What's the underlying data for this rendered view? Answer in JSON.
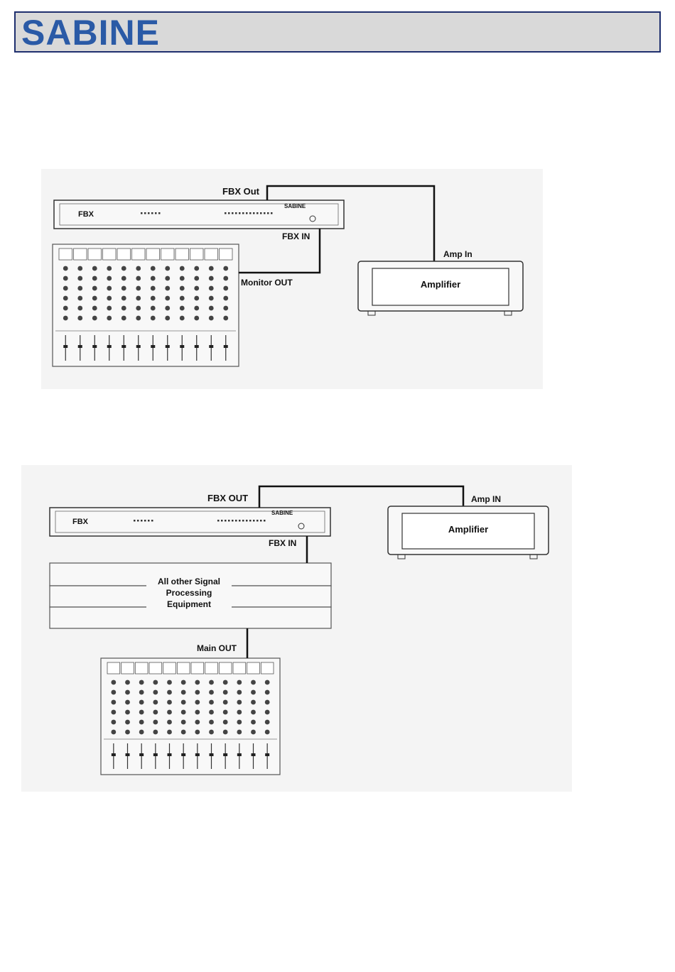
{
  "header": {
    "logo_text": "SABINE",
    "brand_color": "#2a5aa6",
    "border_color": "#1f2f6e"
  },
  "diagram1": {
    "labels": {
      "fbx_out": "FBX Out",
      "fbx_in": "FBX IN",
      "amp_in": "Amp In",
      "monitor_out": "Monitor OUT",
      "amplifier": "Amplifier"
    },
    "unit_model": "FBX",
    "unit_brand": "SABINE"
  },
  "diagram2": {
    "labels": {
      "fbx_out": "FBX OUT",
      "fbx_in": "FBX IN",
      "amp_in": "Amp IN",
      "main_out": "Main OUT",
      "amplifier": "Amplifier",
      "signal_line1": "All other Signal",
      "signal_line2": "Processing",
      "signal_line3": "Equipment"
    },
    "unit_model": "FBX",
    "unit_brand": "SABINE"
  }
}
